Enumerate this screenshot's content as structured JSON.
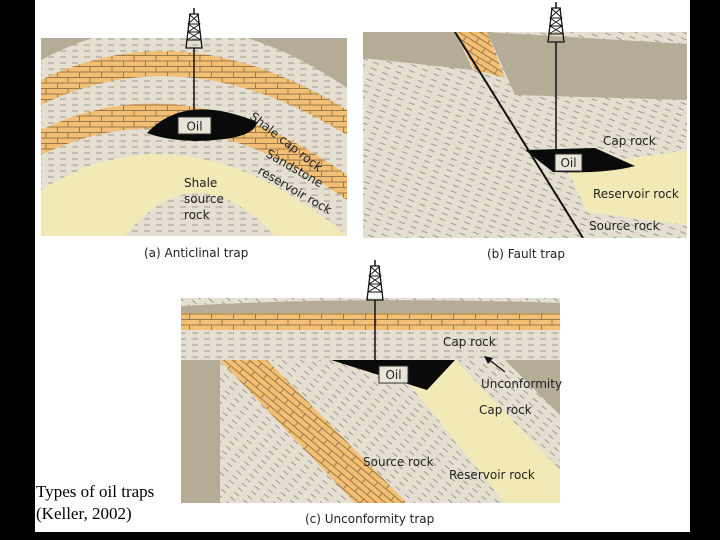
{
  "colors": {
    "overburden": "#b5ac98",
    "shale": "#e4dfd0",
    "sandstone": "#f1e9b6",
    "limestone": "#f3bf74",
    "oil": "#0a0a0a",
    "background": "#000000"
  },
  "panel_a": {
    "caption": "(a) Anticlinal trap",
    "oil_label": "Oil",
    "cap_rock_label": "Shale cap rock",
    "reservoir_label_1": "Sandstone",
    "reservoir_label_2": "reservoir rock",
    "source_label_1": "Shale",
    "source_label_2": "source",
    "source_label_3": "rock"
  },
  "panel_b": {
    "caption": "(b) Fault trap",
    "oil_label": "Oil",
    "cap_rock_label": "Cap rock",
    "reservoir_label": "Reservoir rock",
    "source_label": "Source rock"
  },
  "panel_c": {
    "caption": "(c) Unconformity trap",
    "oil_label": "Oil",
    "cap_rock_top_label": "Cap rock",
    "unconformity_label": "Unconformity",
    "cap_rock_label": "Cap rock",
    "source_label": "Source rock",
    "reservoir_label": "Reservoir rock"
  },
  "credit_line_1": "Types of oil traps",
  "credit_line_2": "(Keller, 2002)"
}
